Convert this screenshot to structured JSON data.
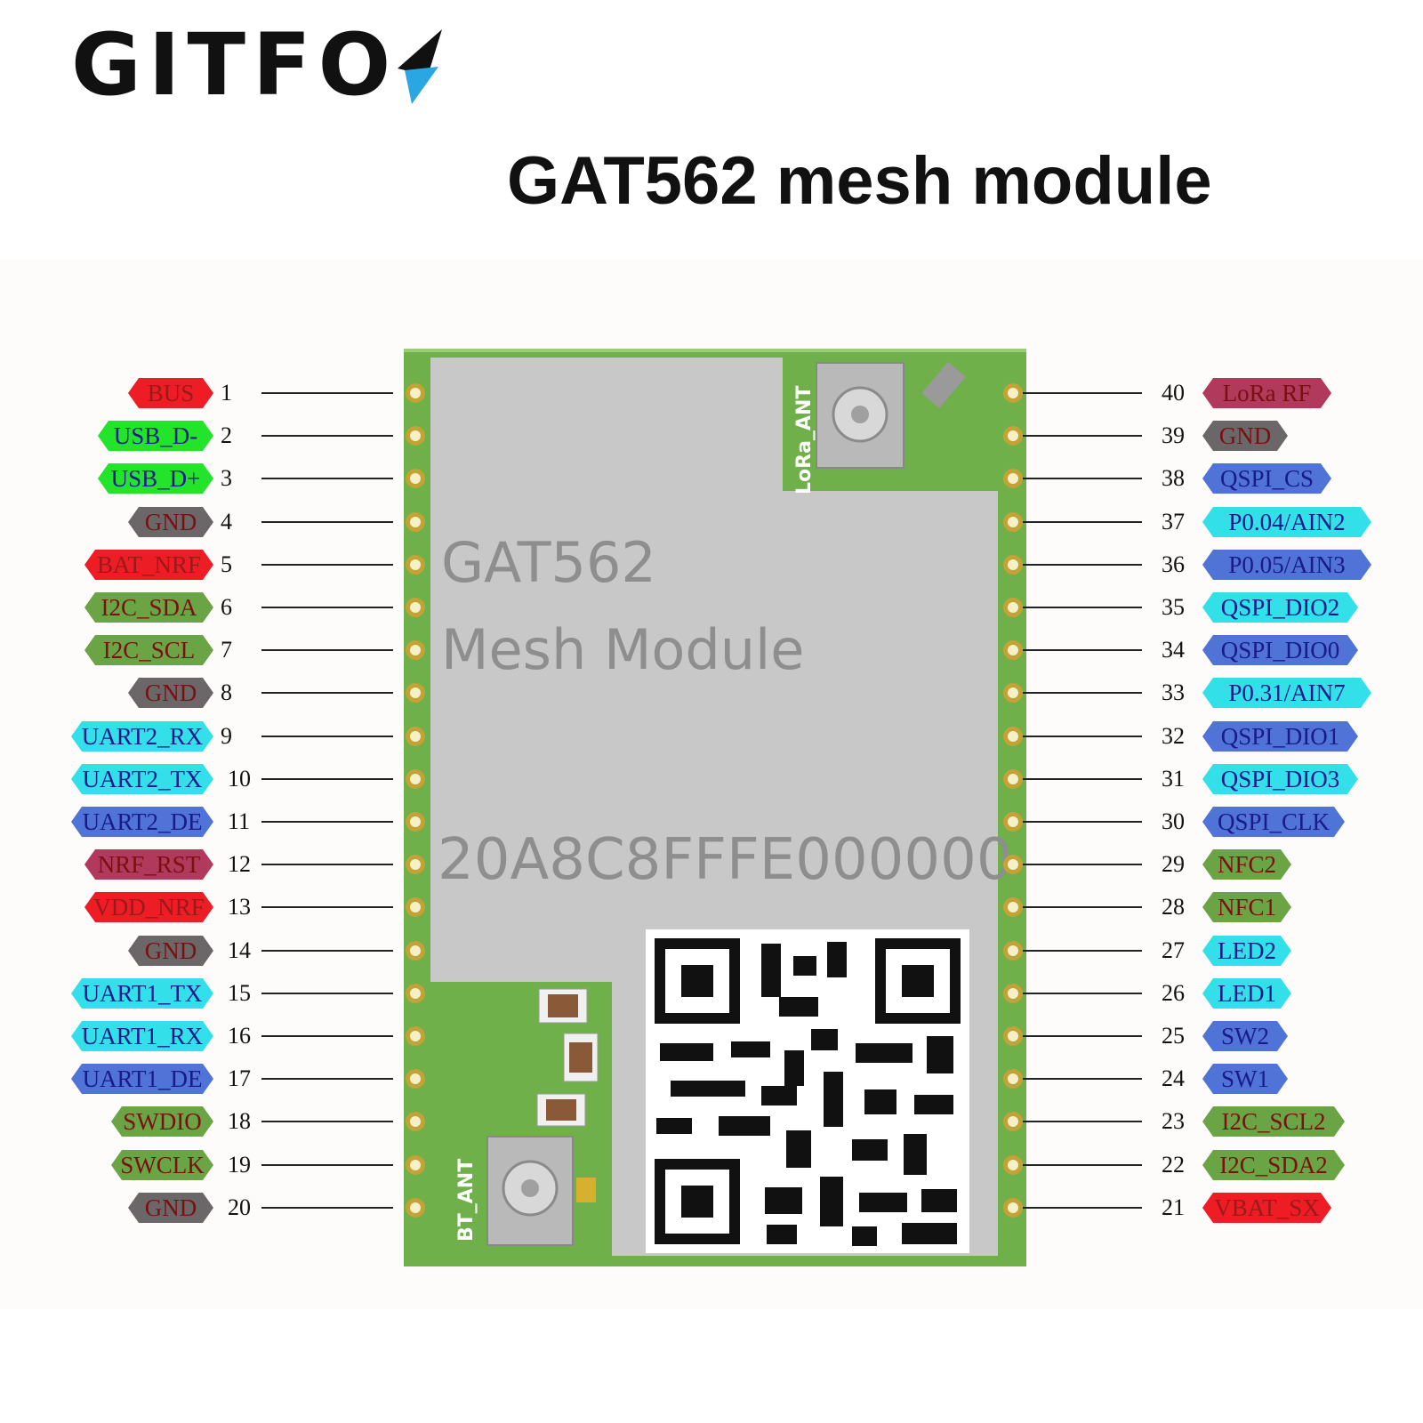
{
  "brand": {
    "name": "GITFO"
  },
  "title": "GAT562 mesh module",
  "module": {
    "shield_line1": "GAT562",
    "shield_line2": "Mesh Module",
    "shield_id": "20A8C8FFFE000000",
    "lora_antenna_label": "LoRa_ANT",
    "bt_antenna_label": "BT_ANT"
  },
  "colors": {
    "red": "#ee1c24",
    "green": "#23e42a",
    "gray": "#6b6768",
    "olive": "#6aa444",
    "cyan": "#33e0ea",
    "blue": "#4f73d6",
    "maroon": "#b0395c",
    "board_green": "#6fb04a",
    "shield_gray": "#c8c8c8"
  },
  "left_pins": [
    {
      "num": "1",
      "label": "BUS",
      "color": "red"
    },
    {
      "num": "2",
      "label": "USB_D-",
      "color": "green"
    },
    {
      "num": "3",
      "label": "USB_D+",
      "color": "green"
    },
    {
      "num": "4",
      "label": "GND",
      "color": "gray"
    },
    {
      "num": "5",
      "label": "BAT_NRF",
      "color": "red"
    },
    {
      "num": "6",
      "label": "I2C_SDA",
      "color": "olive"
    },
    {
      "num": "7",
      "label": "I2C_SCL",
      "color": "olive"
    },
    {
      "num": "8",
      "label": "GND",
      "color": "gray"
    },
    {
      "num": "9",
      "label": "UART2_RX",
      "color": "cyan"
    },
    {
      "num": "10",
      "label": "UART2_TX",
      "color": "cyan"
    },
    {
      "num": "11",
      "label": "UART2_DE",
      "color": "blue"
    },
    {
      "num": "12",
      "label": "NRF_RST",
      "color": "maroon"
    },
    {
      "num": "13",
      "label": "VDD_NRF",
      "color": "red"
    },
    {
      "num": "14",
      "label": "GND",
      "color": "gray"
    },
    {
      "num": "15",
      "label": "UART1_TX",
      "color": "cyan"
    },
    {
      "num": "16",
      "label": "UART1_RX",
      "color": "cyan"
    },
    {
      "num": "17",
      "label": "UART1_DE",
      "color": "blue"
    },
    {
      "num": "18",
      "label": "SWDIO",
      "color": "olive"
    },
    {
      "num": "19",
      "label": "SWCLK",
      "color": "olive"
    },
    {
      "num": "20",
      "label": "GND",
      "color": "gray"
    }
  ],
  "right_pins": [
    {
      "num": "40",
      "label": "LoRa RF",
      "color": "maroon"
    },
    {
      "num": "39",
      "label": "GND",
      "color": "gray"
    },
    {
      "num": "38",
      "label": "QSPI_CS",
      "color": "blue"
    },
    {
      "num": "37",
      "label": "P0.04/AIN2",
      "color": "cyan"
    },
    {
      "num": "36",
      "label": "P0.05/AIN3",
      "color": "blue"
    },
    {
      "num": "35",
      "label": "QSPI_DIO2",
      "color": "cyan"
    },
    {
      "num": "34",
      "label": "QSPI_DIO0",
      "color": "blue"
    },
    {
      "num": "33",
      "label": "P0.31/AIN7",
      "color": "cyan"
    },
    {
      "num": "32",
      "label": "QSPI_DIO1",
      "color": "blue"
    },
    {
      "num": "31",
      "label": "QSPI_DIO3",
      "color": "cyan"
    },
    {
      "num": "30",
      "label": "QSPI_CLK",
      "color": "blue"
    },
    {
      "num": "29",
      "label": "NFC2",
      "color": "olive"
    },
    {
      "num": "28",
      "label": "NFC1",
      "color": "olive"
    },
    {
      "num": "27",
      "label": "LED2",
      "color": "cyan"
    },
    {
      "num": "26",
      "label": "LED1",
      "color": "cyan"
    },
    {
      "num": "25",
      "label": "SW2",
      "color": "blue"
    },
    {
      "num": "24",
      "label": "SW1",
      "color": "blue"
    },
    {
      "num": "23",
      "label": "I2C_SCL2",
      "color": "olive"
    },
    {
      "num": "22",
      "label": "I2C_SDA2",
      "color": "olive"
    },
    {
      "num": "21",
      "label": "VBAT_SX",
      "color": "red"
    }
  ]
}
